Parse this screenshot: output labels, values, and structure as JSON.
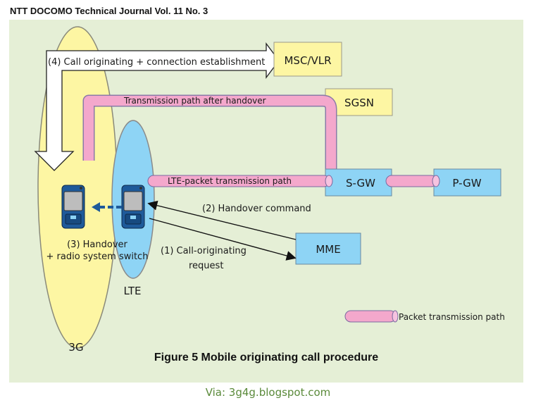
{
  "header": {
    "journal": "NTT DOCOMO Technical Journal Vol. 11 No. 3"
  },
  "figure": {
    "caption": "Figure 5  Mobile originating call procedure"
  },
  "networks": {
    "g3": "3G",
    "lte": "LTE"
  },
  "nodes": {
    "msc_vlr": "MSC/VLR",
    "sgsn": "SGSN",
    "sgw": "S-GW",
    "pgw": "P-GW",
    "mme": "MME"
  },
  "paths": {
    "after_handover": "Transmission path after handover",
    "lte_packet": "LTE-packet transmission path"
  },
  "steps": {
    "step1_line1": "(1) Call-originating",
    "step1_line2": "request",
    "step2": "(2) Handover command",
    "step3_line1": "(3) Handover",
    "step3_line2": "+ radio system switch",
    "step4": "(4) Call originating + connection establishment"
  },
  "legend": {
    "packet_path": "Packet transmission path"
  },
  "footer": {
    "via": "Via: 3g4g.blogspot.com"
  },
  "colors": {
    "background": "#e5efd6",
    "yellow_box": "#fdf6a3",
    "blue_box": "#8ed4f5",
    "pipe": "#f4a8cc",
    "green_text": "#5a8a3a"
  }
}
